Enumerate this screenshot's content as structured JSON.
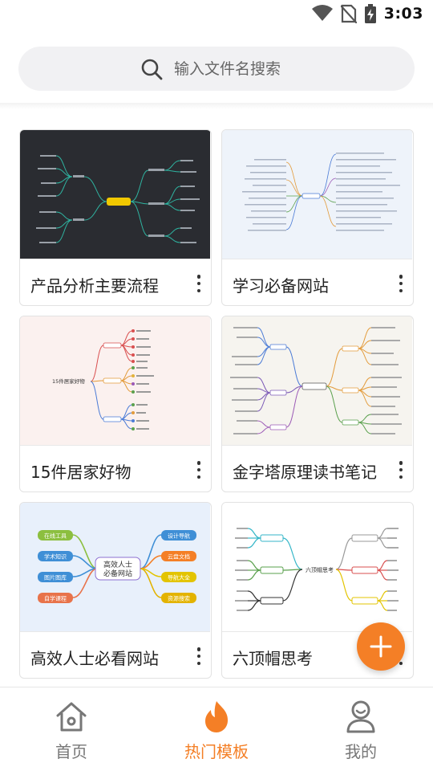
{
  "status_bar": {
    "time": "3:03"
  },
  "search": {
    "placeholder": "输入文件名搜索"
  },
  "templates": [
    {
      "title": "产品分析主要流程",
      "theme": "dark"
    },
    {
      "title": "学习必备网站",
      "theme": "light-blue"
    },
    {
      "title": "15件居家好物",
      "theme": "pink"
    },
    {
      "title": "金字塔原理读书笔记",
      "theme": "beige"
    },
    {
      "title": "高效人士必看网站",
      "theme": "blue"
    },
    {
      "title": "六顶帽思考",
      "theme": "white"
    }
  ],
  "thumbs": {
    "t3_root": "15件居家好物",
    "t5_center_line1": "高效人士",
    "t5_center_line2": "必备网站",
    "t5_left": [
      "在线工具",
      "学术知识",
      "图片图库",
      "自学课程"
    ],
    "t5_right": [
      "设计导航",
      "云盘文档",
      "导航大全",
      "资源搜索"
    ],
    "t6_root": "六顶帽思考"
  },
  "nav": {
    "items": [
      {
        "label": "首页",
        "icon": "home-icon"
      },
      {
        "label": "热门模板",
        "icon": "fire-icon"
      },
      {
        "label": "我的",
        "icon": "user-icon"
      }
    ]
  },
  "colors": {
    "accent": "#f47f26",
    "text": "#222222",
    "inactive": "#777777"
  }
}
